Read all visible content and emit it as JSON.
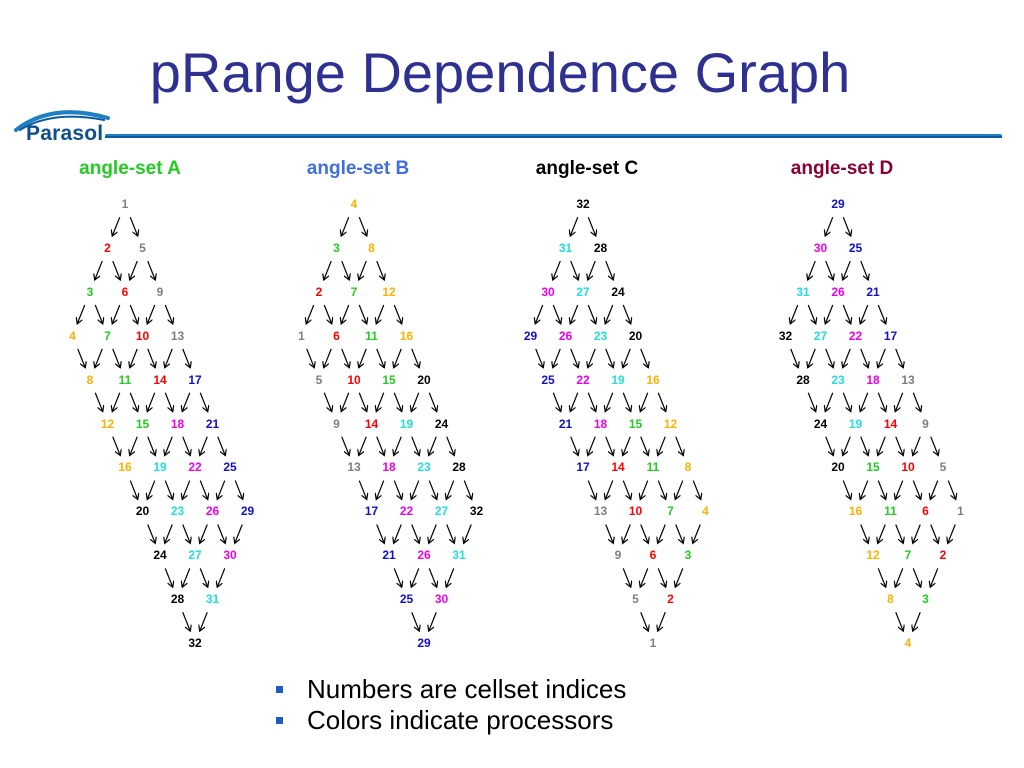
{
  "slide": {
    "title": "pRange Dependence Graph",
    "logo_text": "Parasol",
    "bullets": [
      "Numbers are cellset indices",
      "Colors indicate processors"
    ]
  },
  "colors": {
    "title": "#2e3192",
    "rule": "#1e7fc4",
    "bullet": "#1a5fbf",
    "processors": {
      "gray": "#7f7f7f",
      "red": "#ff0000",
      "green": "#22cc22",
      "orange": "#ffb000",
      "blue": "#1010cc",
      "magenta": "#ee00ee",
      "cyan": "#22dddd",
      "black": "#000000"
    }
  },
  "angle_sets": [
    {
      "label": "angle-set A",
      "label_color": "#22cc22",
      "rows": [
        [
          1
        ],
        [
          2,
          5
        ],
        [
          3,
          6,
          9
        ],
        [
          4,
          7,
          10,
          13
        ],
        [
          8,
          11,
          14,
          17
        ],
        [
          12,
          15,
          18,
          21
        ],
        [
          16,
          19,
          22,
          25
        ],
        [
          20,
          23,
          26,
          29
        ],
        [
          24,
          27,
          30
        ],
        [
          28,
          31
        ],
        [
          32
        ]
      ]
    },
    {
      "label": "angle-set B",
      "label_color": "#3f6fe0",
      "rows": [
        [
          4
        ],
        [
          3,
          8
        ],
        [
          2,
          7,
          12
        ],
        [
          1,
          6,
          11,
          16
        ],
        [
          5,
          10,
          15,
          20
        ],
        [
          9,
          14,
          19,
          24
        ],
        [
          13,
          18,
          23,
          28
        ],
        [
          17,
          22,
          27,
          32
        ],
        [
          21,
          26,
          31
        ],
        [
          25,
          30
        ],
        [
          29
        ]
      ]
    },
    {
      "label": "angle-set C",
      "label_color": "#000000",
      "rows": [
        [
          32
        ],
        [
          31,
          28
        ],
        [
          30,
          27,
          24
        ],
        [
          29,
          26,
          23,
          20
        ],
        [
          25,
          22,
          19,
          16
        ],
        [
          21,
          18,
          15,
          12
        ],
        [
          17,
          14,
          11,
          8
        ],
        [
          13,
          10,
          7,
          4
        ],
        [
          9,
          6,
          3
        ],
        [
          5,
          2
        ],
        [
          1
        ]
      ]
    },
    {
      "label": "angle-set D",
      "label_color": "#8b0033",
      "rows": [
        [
          29
        ],
        [
          30,
          25
        ],
        [
          31,
          26,
          21
        ],
        [
          32,
          27,
          22,
          17
        ],
        [
          28,
          23,
          18,
          13
        ],
        [
          24,
          19,
          14,
          9
        ],
        [
          20,
          15,
          10,
          5
        ],
        [
          16,
          11,
          6,
          1
        ],
        [
          12,
          7,
          2
        ],
        [
          8,
          3
        ],
        [
          4
        ]
      ]
    }
  ],
  "cell_processor": {
    "1": "gray",
    "5": "gray",
    "9": "gray",
    "13": "gray",
    "2": "red",
    "6": "red",
    "10": "red",
    "14": "red",
    "3": "green",
    "7": "green",
    "11": "green",
    "15": "green",
    "4": "orange",
    "8": "orange",
    "12": "orange",
    "16": "orange",
    "17": "blue",
    "21": "blue",
    "25": "blue",
    "29": "blue",
    "18": "magenta",
    "22": "magenta",
    "26": "magenta",
    "30": "magenta",
    "19": "cyan",
    "23": "cyan",
    "27": "cyan",
    "31": "cyan",
    "20": "black",
    "24": "black",
    "28": "black",
    "32": "black"
  }
}
